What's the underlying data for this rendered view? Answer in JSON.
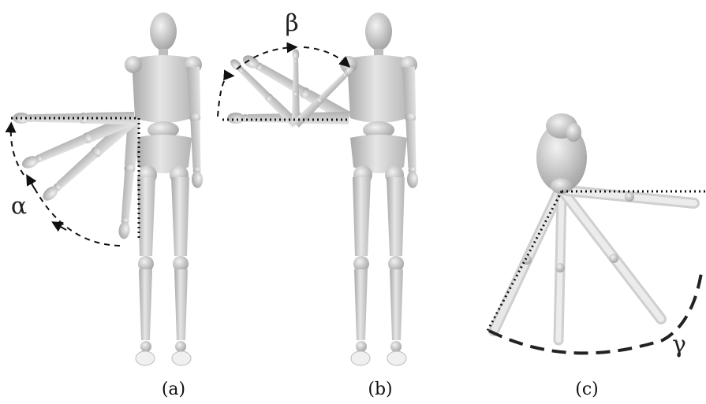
{
  "panels": [
    {
      "id": "a",
      "caption": "(a)",
      "angle_symbol": "α"
    },
    {
      "id": "b",
      "caption": "(b)",
      "angle_symbol": "β"
    },
    {
      "id": "c",
      "caption": "(c)",
      "angle_symbol": "γ"
    }
  ]
}
